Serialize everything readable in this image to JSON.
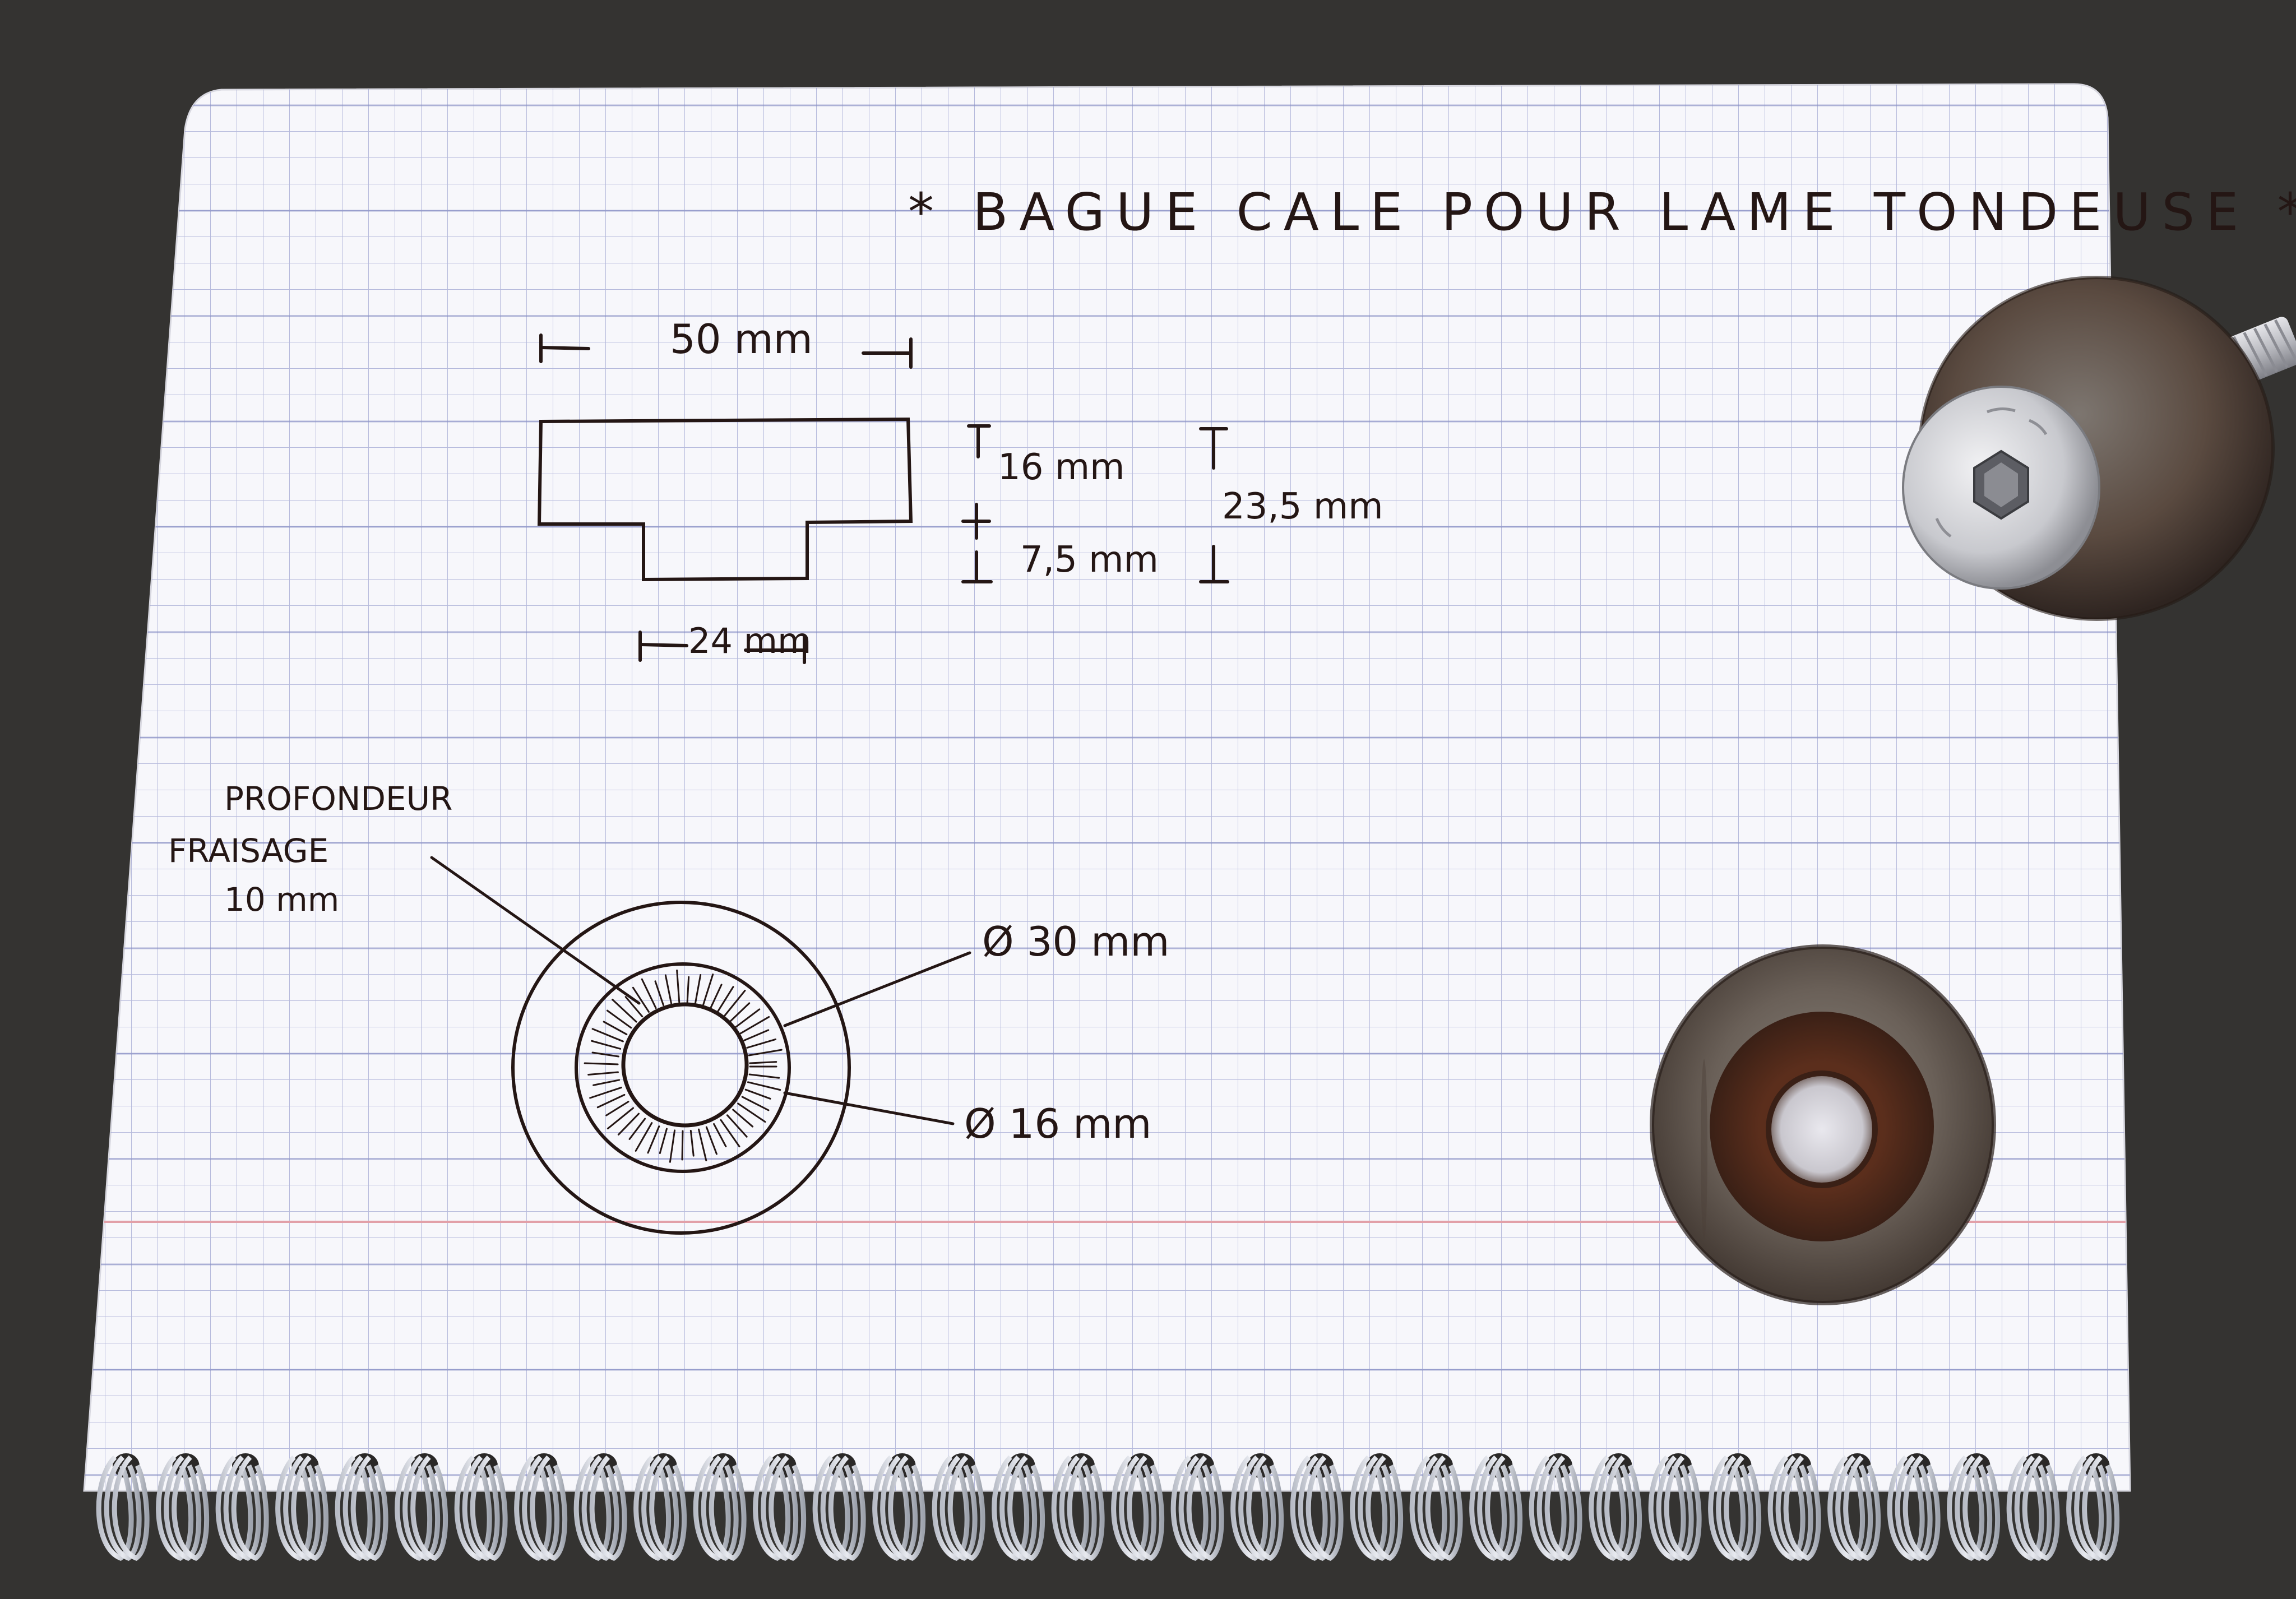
{
  "title": "* BAGUE CALE POUR LAME TONDEUSE *",
  "side_view": {
    "width_label": "50 mm",
    "top_label": "16 mm",
    "bottom_label": "7,5 mm",
    "total_label": "23,5 mm",
    "base_label": "24 mm"
  },
  "top_view": {
    "note_line1": "PROFONDEUR",
    "note_line2": "FRAISAGE",
    "note_line3": "10 mm",
    "outer_label": "Ø 30 mm",
    "inner_label": "Ø 16 mm"
  },
  "colors": {
    "ink": "#241614",
    "grid": "#8f95c8",
    "margin_line": "#e2a0a8",
    "paper": "#f7f7fb",
    "countertop": "#3a3836"
  }
}
